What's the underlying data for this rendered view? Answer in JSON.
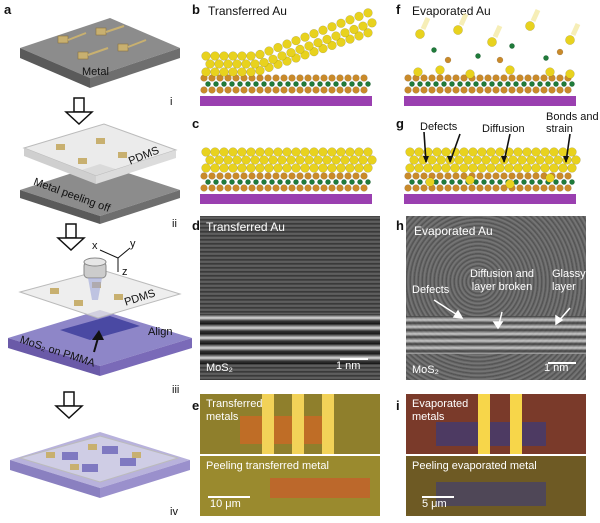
{
  "panels": {
    "a": {
      "label": "a",
      "steps": [
        "i",
        "ii",
        "iii",
        "iv"
      ],
      "metal": "Metal",
      "pdms_ii": "PDMS",
      "peel": "Metal peeling off",
      "axis_x": "x",
      "axis_y": "y",
      "axis_z": "z",
      "pdms_iii": "PDMS",
      "align": "Align",
      "mos2_on_pmma": "MoS₂ on PMMA"
    },
    "b": {
      "label": "b",
      "title": "Transferred Au"
    },
    "c": {
      "label": "c"
    },
    "d": {
      "label": "d",
      "title": "Transferred Au",
      "material": "MoS₂",
      "scale": "1 nm"
    },
    "e": {
      "label": "e",
      "top_text": "Transferred metals",
      "bottom_text": "Peeling transferred metal",
      "scale": "10 μm"
    },
    "f": {
      "label": "f",
      "title": "Evaporated Au"
    },
    "g": {
      "label": "g",
      "defects": "Defects",
      "diffusion": "Diffusion",
      "bonds": "Bonds and strain"
    },
    "h": {
      "label": "h",
      "title": "Evaporated Au",
      "defects": "Defects",
      "diffusion": "Diffusion and layer broken",
      "glassy": "Glassy layer",
      "material": "MoS₂",
      "scale": "1 nm"
    },
    "i": {
      "label": "i",
      "top_text": "Evaporated metals",
      "bottom_text": "Peeling evaporated metal",
      "scale": "5 μm"
    }
  },
  "colors": {
    "gold": "#e8d21e",
    "mos2_s": "#c98a2a",
    "mos2_mo": "#1f7a3a",
    "substrate": "#9a3fb0",
    "pdms": "#d9d9d9",
    "metal_pad": "#c8b070"
  }
}
